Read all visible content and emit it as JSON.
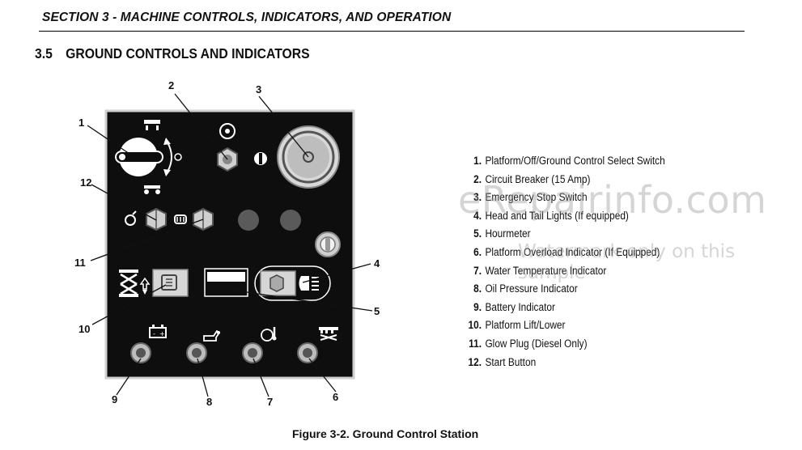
{
  "header": {
    "section_title": "SECTION 3 - MACHINE CONTROLS, INDICATORS, AND OPERATION"
  },
  "subsection": {
    "number": "3.5",
    "title": "GROUND CONTROLS AND INDICATORS"
  },
  "callouts": [
    "1",
    "2",
    "3",
    "4",
    "5",
    "6",
    "7",
    "8",
    "9",
    "10",
    "11",
    "12"
  ],
  "legend": [
    {
      "num": "1.",
      "label": "Platform/Off/Ground Control Select Switch"
    },
    {
      "num": "2.",
      "label": "Circuit Breaker (15 Amp)"
    },
    {
      "num": "3.",
      "label": "Emergency Stop Switch"
    },
    {
      "num": "4.",
      "label": "Head and Tail Lights (If equipped)"
    },
    {
      "num": "5.",
      "label": "Hourmeter"
    },
    {
      "num": "6.",
      "label": "Platform Overload Indicator (If Equipped)"
    },
    {
      "num": "7.",
      "label": "Water Temperature Indicator"
    },
    {
      "num": "8.",
      "label": "Oil Pressure Indicator"
    },
    {
      "num": "9.",
      "label": "Battery Indicator"
    },
    {
      "num": "10.",
      "label": "Platform Lift/Lower"
    },
    {
      "num": "11.",
      "label": "Glow Plug (Diesel Only)"
    },
    {
      "num": "12.",
      "label": "Start Button"
    }
  ],
  "caption": "Figure 3-2. Ground Control Station",
  "watermark": {
    "main": "eRepairinfo.com",
    "sub": "Watermark only on this sample"
  },
  "colors": {
    "panel": "#0e0e0e",
    "panel_border": "#cfcfcf",
    "text": "#111111",
    "indicator_lens": "#5a5a5a"
  }
}
